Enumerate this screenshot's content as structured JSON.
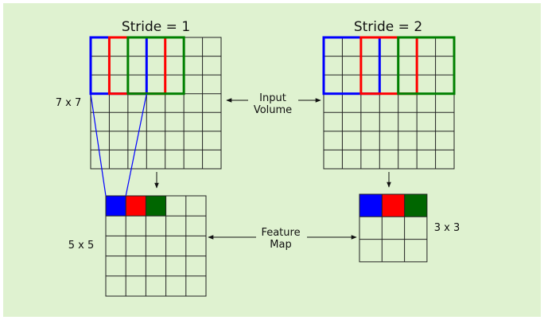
{
  "colors": {
    "background": "#dff2d0",
    "blue": "#0000ff",
    "red": "#ff0000",
    "green": "#008000",
    "dark_green": "#006600"
  },
  "labels": {
    "stride1_title": "Stride = 1",
    "stride2_title": "Stride = 2",
    "input_size": "7 x 7",
    "input_volume_line1": "Input",
    "input_volume_line2": "Volume",
    "feature_map_line1": "Feature",
    "feature_map_line2": "Map",
    "feature_size_left": "5 x 5",
    "feature_size_right": "3 x 3"
  },
  "grids": {
    "input_left": {
      "rows": 7,
      "cols": 7
    },
    "input_right": {
      "rows": 7,
      "cols": 7
    },
    "feature_left": {
      "rows": 5,
      "cols": 5,
      "filled_cells": [
        "blue",
        "red",
        "dark_green"
      ]
    },
    "feature_right": {
      "rows": 3,
      "cols": 3,
      "filled_cells": [
        "blue",
        "red",
        "dark_green"
      ]
    }
  },
  "filters": {
    "left": [
      "blue",
      "red",
      "green"
    ],
    "right": [
      "blue",
      "red",
      "green"
    ]
  }
}
